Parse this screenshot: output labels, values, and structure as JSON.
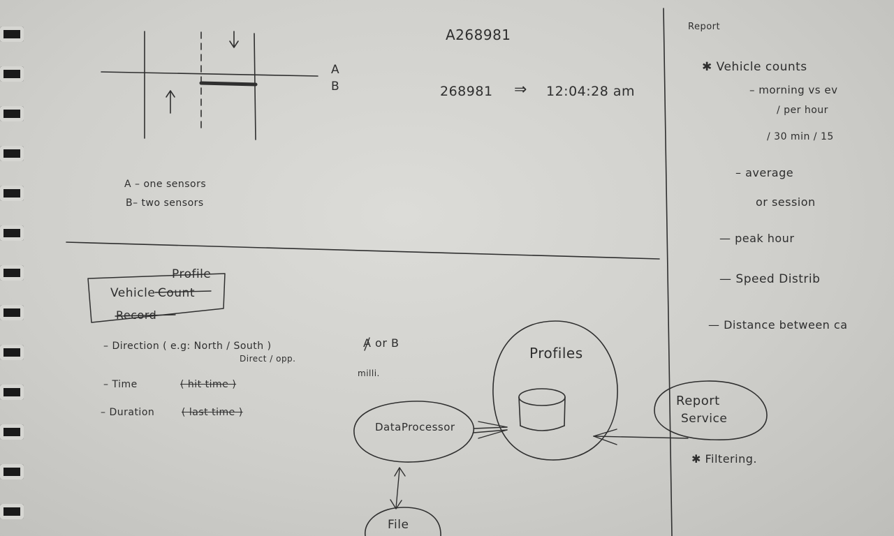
{
  "top_left": {
    "lane_a_label": "A",
    "lane_b_label": "B",
    "legend_a": "A –  one sensors",
    "legend_b": "B–   two sensors"
  },
  "top_middle": {
    "id": "A268981",
    "conversion_left": "268981",
    "conversion_arrow": "⇒",
    "conversion_right": "12:04:28 am"
  },
  "profile_box": {
    "title_main": "Vehicle",
    "title_struck_inline": "Count",
    "title_insert": "Profile",
    "title_struck_below": "Record"
  },
  "fields": {
    "direction": "– Direction  ( e.g:  North / South )",
    "direction_sub": "Direct / opp.",
    "direction_note": "A or B",
    "direction_note2": "milli.",
    "time": "– Time",
    "time_struck": "( hit time )",
    "duration": "– Duration",
    "duration_struck": "( last time )"
  },
  "diagram": {
    "profiles": "Profiles",
    "data_processor": "DataProcessor",
    "report_service_l1": "Report",
    "report_service_l2": "Service",
    "file": "File",
    "filtering": "✱ Filtering."
  },
  "report": {
    "title": "Report",
    "item1": "✱ Vehicle counts",
    "item1_sub1": "– morning vs ev",
    "item1_sub2": "/ per hour",
    "item1_sub3": "/ 30 min / 15",
    "item2": "– average",
    "item2_sub": "or session",
    "item3": "— peak hour",
    "item4": "— Speed  Distrib",
    "item5": "— Distance between ca"
  }
}
